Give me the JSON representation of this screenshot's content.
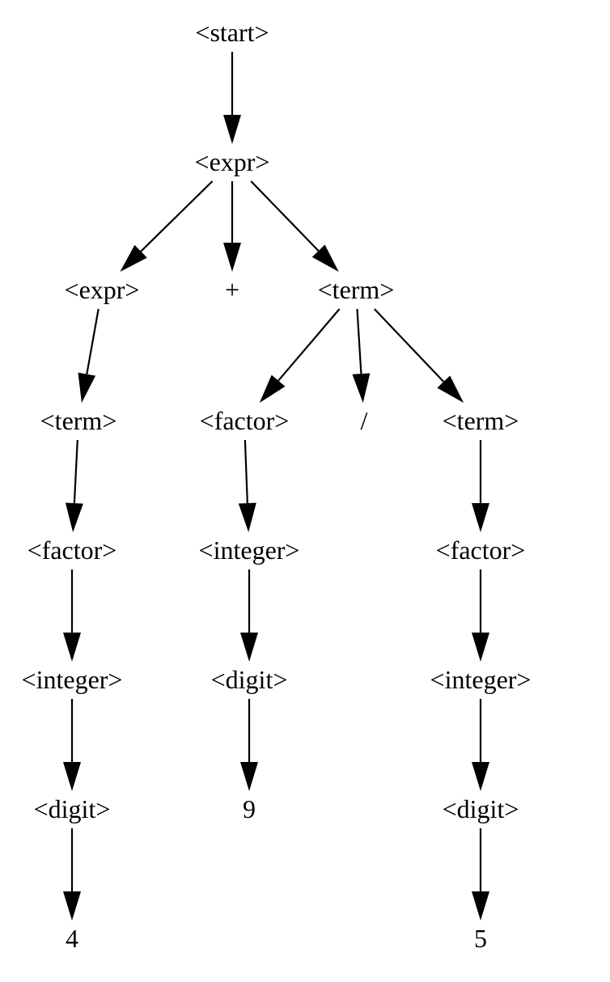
{
  "diagram": {
    "type": "parse-tree",
    "nodes": [
      {
        "id": "start",
        "label": "<start>"
      },
      {
        "id": "expr1",
        "label": "<expr>"
      },
      {
        "id": "expr2",
        "label": "<expr>"
      },
      {
        "id": "plus",
        "label": "+"
      },
      {
        "id": "term1",
        "label": "<term>"
      },
      {
        "id": "term2",
        "label": "<term>"
      },
      {
        "id": "factor1",
        "label": "<factor>"
      },
      {
        "id": "slash",
        "label": "/"
      },
      {
        "id": "term3",
        "label": "<term>"
      },
      {
        "id": "factor2",
        "label": "<factor>"
      },
      {
        "id": "integer1",
        "label": "<integer>"
      },
      {
        "id": "factor3",
        "label": "<factor>"
      },
      {
        "id": "integer2",
        "label": "<integer>"
      },
      {
        "id": "digit1",
        "label": "<digit>"
      },
      {
        "id": "integer3",
        "label": "<integer>"
      },
      {
        "id": "digit2",
        "label": "<digit>"
      },
      {
        "id": "nine",
        "label": "9"
      },
      {
        "id": "digit3",
        "label": "<digit>"
      },
      {
        "id": "four",
        "label": "4"
      },
      {
        "id": "five",
        "label": "5"
      }
    ],
    "edges": [
      [
        "start",
        "expr1"
      ],
      [
        "expr1",
        "expr2"
      ],
      [
        "expr1",
        "plus"
      ],
      [
        "expr1",
        "term1"
      ],
      [
        "expr2",
        "term2"
      ],
      [
        "term1",
        "factor1"
      ],
      [
        "term1",
        "slash"
      ],
      [
        "term1",
        "term3"
      ],
      [
        "term2",
        "factor2"
      ],
      [
        "factor1",
        "integer1"
      ],
      [
        "term3",
        "factor3"
      ],
      [
        "factor2",
        "integer2"
      ],
      [
        "integer1",
        "digit1"
      ],
      [
        "factor3",
        "integer3"
      ],
      [
        "integer2",
        "digit2"
      ],
      [
        "digit1",
        "nine"
      ],
      [
        "integer3",
        "digit3"
      ],
      [
        "digit2",
        "four"
      ],
      [
        "digit3",
        "five"
      ]
    ]
  }
}
